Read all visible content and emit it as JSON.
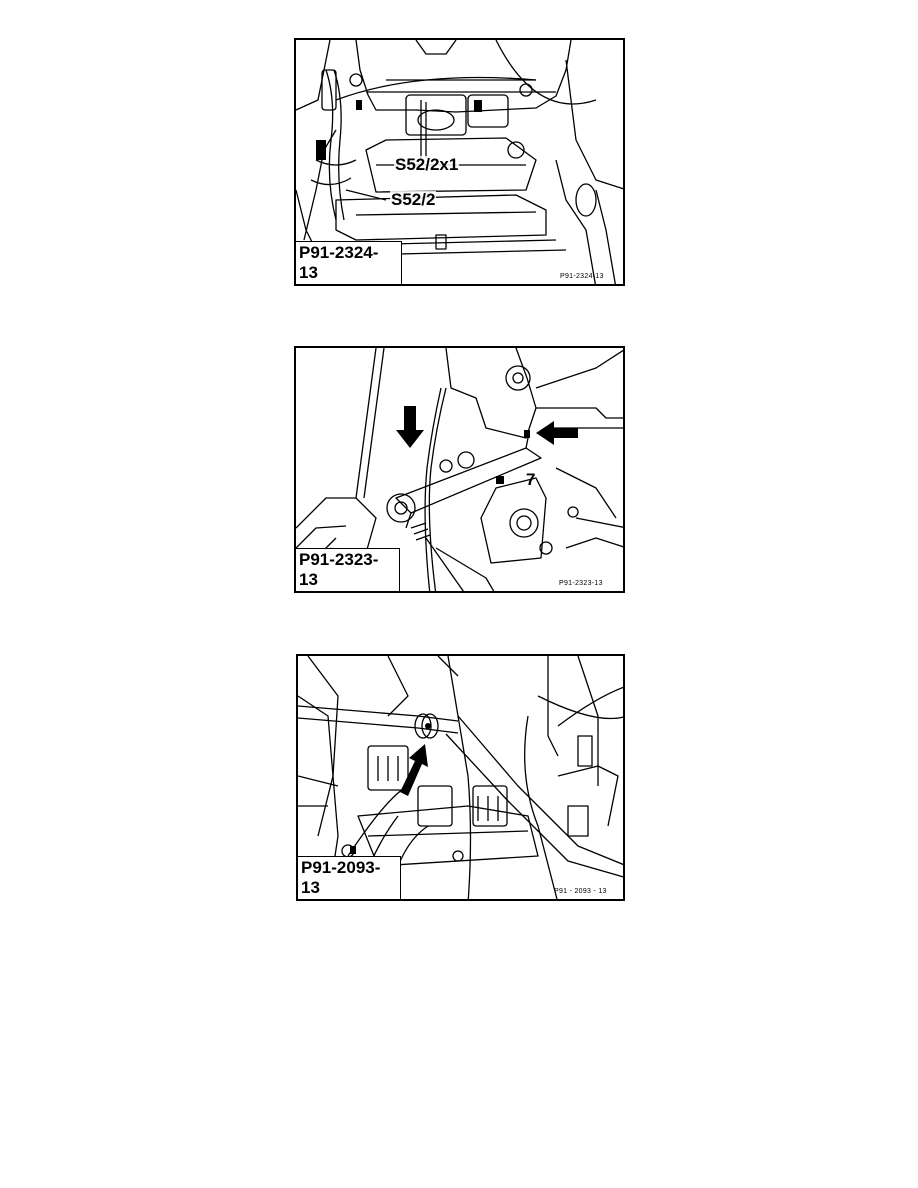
{
  "figures": [
    {
      "id": "P91-2324-13",
      "small_id": "P91-2324-13",
      "callouts": [
        "S52/2x1",
        "S52/2"
      ]
    },
    {
      "id": "P91-2323-13",
      "small_id": "P91-2323-13",
      "callouts": [
        "7"
      ]
    },
    {
      "id": "P91-2093-13",
      "small_id": "P91 - 2093 - 13",
      "callouts": []
    }
  ],
  "colors": {
    "ink": "#000000",
    "paper": "#ffffff"
  },
  "arrows": {
    "figure_2": 2,
    "figure_3": 1
  }
}
